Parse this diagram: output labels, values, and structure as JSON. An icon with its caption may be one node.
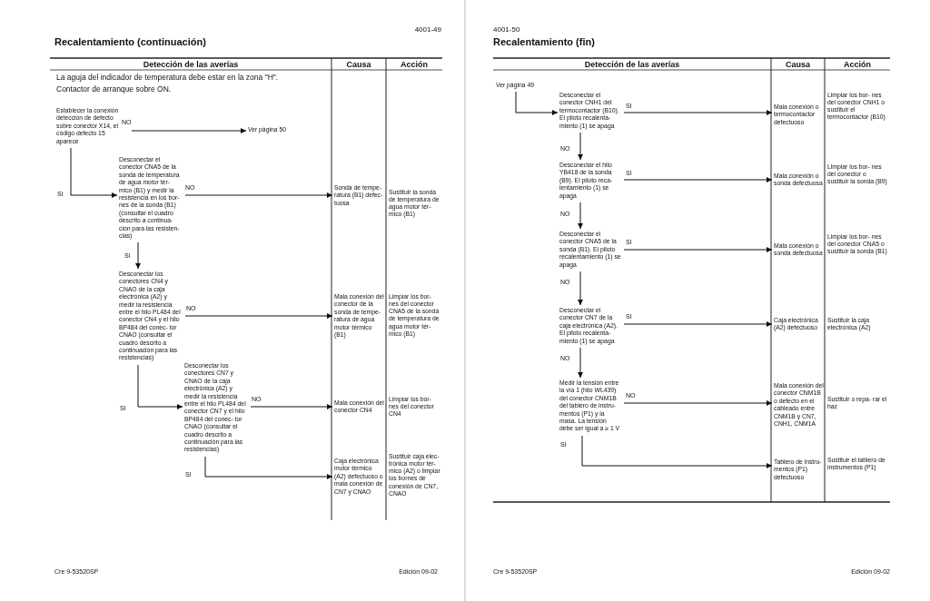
{
  "diagram": {
    "nodes": [
      {
        "text": [
          "Establecer la conexión detección de defecto sobre conector X14, el código defecto 15 aparece"
        ]
      },
      {
        "text": [
          "Ver página 50"
        ]
      },
      {
        "text": [
          "Desconectar el conector CNA5 de la sonda de temperatura de agua motor tér- mico (B1) y medir la resistencia en los bor- nes de la sonda (B1) (consultar el cuadro descrito a continua- ción para las resisten- cias)"
        ]
      },
      {
        "text": [
          "Sonda de tempe- ratura (B1) defec- tuosa"
        ]
      },
      {
        "text": [
          "Desconectar los conectores CN4 y CNAO de la caja electrónica (A2) y medir la resistencia entre el hilo PL484 del conector CN4 y el hilo BP484 del conec- tor CNAO (consultar el cuadro descrito a continuación para las resistencias)"
        ]
      },
      {
        "text": [
          "Mala conexión del conector de la sonda de tempe- ratura de agua motor térmico (B1)"
        ]
      },
      {
        "text": [
          "Desconectar los conectores CN7 y CNAO de la caja electrónica (A2) y medir la resistencia entre el hilo PL484 del conector CN7 y el hilo BP484 del conec- tor CNAO (consultar el cuadro descrito a continuación para las resistencias)"
        ]
      },
      {
        "text": [
          "Mala conexión del conector CN4"
        ]
      },
      {
        "text": [
          "Caja electrónica motor térmico (A2) defectuoso o mala conexión de CN7 y CNAO"
        ]
      },
      {
        "text": [
          "Ver página 49"
        ]
      },
      {
        "text": [
          "Desconectar el conector CNH1 del termocontactor (B10). El piloto recalenta- miento (1) se apaga"
        ]
      },
      {
        "text": [
          "Mala conexión o termocontactor defectuoso"
        ]
      },
      {
        "text": [
          "Desconectar el hilo YB418 de la sonda (B9). El piloto reca- lentamiento (1) se apaga"
        ]
      },
      {
        "text": [
          "Mala conexión o sonda defectuosa"
        ]
      },
      {
        "text": [
          "Desconectar el conector CNA5 de la sonda (B1). El piloto recalentamiento (1) se apaga"
        ]
      },
      {
        "text": [
          "Mala conexión o sonda defectuosa"
        ]
      },
      {
        "text": [
          "Desconectar el conector CN7 de la caja electrónica (A2). El piloto recalenta- miento (1) se apaga"
        ]
      },
      {
        "text": [
          "Caja electrónica (A2) defectuoso"
        ]
      },
      {
        "text": [
          "Medir la tensión entre la vía 1 (hilo WL439) del conector CNM1B del tablero de instru- mentos (P1) y la masa. La tensión debe ser igual a ≥ 1 V"
        ]
      },
      {
        "text": [
          "Mala conexión del conector CNM1B o defecto en el cableado entre CNM1B y CN7, CNH1, CNM1A"
        ]
      },
      {
        "text": [
          "Tablero de instru- mentos (P1) defectuoso"
        ]
      }
    ],
    "edges": [
      {
        "from": 0,
        "to": 1,
        "arrow": "to",
        "label": "NO"
      },
      {
        "from": 0,
        "to": 2,
        "arrow": "to",
        "label": "SI"
      },
      {
        "from": 2,
        "to": 3,
        "arrow": "to",
        "label": "NO"
      },
      {
        "from": 2,
        "to": 4,
        "arrow": "to",
        "label": "SI"
      },
      {
        "from": 4,
        "to": 5,
        "arrow": "to",
        "label": "NO"
      },
      {
        "from": 4,
        "to": 6,
        "arrow": "to",
        "label": "SI"
      },
      {
        "from": 6,
        "to": 7,
        "arrow": "to",
        "label": "NO"
      },
      {
        "from": 6,
        "to": 8,
        "arrow": "to",
        "label": "SI"
      },
      {
        "from": 9,
        "to": 10,
        "arrow": "to"
      },
      {
        "from": 10,
        "to": 11,
        "arrow": "to",
        "label": "SI"
      },
      {
        "from": 10,
        "to": 12,
        "arrow": "to",
        "label": "NO"
      },
      {
        "from": 12,
        "to": 13,
        "arrow": "to",
        "label": "SI"
      },
      {
        "from": 12,
        "to": 14,
        "arrow": "to",
        "label": "NO"
      },
      {
        "from": 14,
        "to": 15,
        "arrow": "to",
        "label": "SI"
      },
      {
        "from": 14,
        "to": 16,
        "arrow": "to",
        "label": "NO"
      },
      {
        "from": 16,
        "to": 17,
        "arrow": "to",
        "label": "SI"
      },
      {
        "from": 16,
        "to": 18,
        "arrow": "to",
        "label": "NO"
      },
      {
        "from": 18,
        "to": 19,
        "arrow": "to",
        "label": "NO"
      },
      {
        "from": 18,
        "to": 20,
        "arrow": "to",
        "label": "SI"
      }
    ],
    "labels": [
      "4001-49",
      "Recalentamiento (continuación)",
      "Detección de las averías",
      "Causa",
      "Acción",
      "La aguja del indicador de temperatura debe estar en la zona \"H\".",
      "Contactor de arranque sobre ON.",
      "Sustituir la sonda de temperatura de agua motor tér- mico (B1)",
      "Limpiar los bor- nes del conector CNA5 de la sonda de temperatura de agua motor tér- mico (B1)",
      "Limpiar los bor- nes del conector CN4",
      "Sustituir caja elec- trónica motor tér- mico (A2) o limpiar los bornes de conexión de CN7, CNAO",
      "Cre 9-53520SP",
      "Edición 09-02",
      "4001-50",
      "Recalentamiento (fin)",
      "Detección de las averías",
      "Causa",
      "Acción",
      "Limpiar los bor- nes del conector CNH1 o sustituir el termocontactor (B10)",
      "Limpiar los bor- nes del conector o sustituir la sonda (B9)",
      "Limpiar los bor- nes del conector CNA5 o sustituir la sonda (B1)",
      "Sustituir la caja electrónica (A2)",
      "Sustituir o repa- rar el haz",
      "Sustituir el tablero de instrumentos (P1)",
      "Cre 9-53520SP",
      "Edición 09-02"
    ]
  }
}
